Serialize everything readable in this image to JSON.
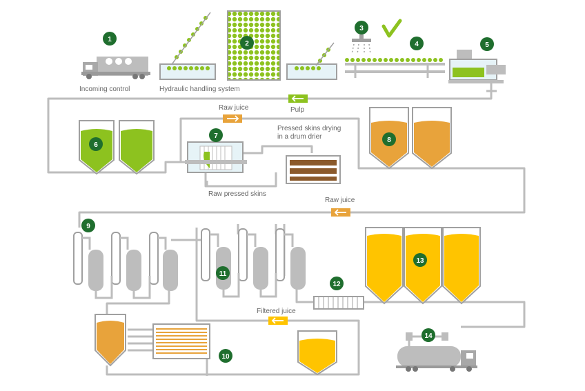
{
  "labels": {
    "incoming_control": "Incoming control",
    "hydraulic_handling": "Hydraulic handling system",
    "raw_juice_1": "Raw juice",
    "pulp": "Pulp",
    "pressed_skins_drying": "Pressed skins drying\nin a drum drier",
    "raw_pressed_skins": "Raw pressed skins",
    "raw_juice_2": "Raw juice",
    "filtered_juice": "Filtered juice"
  },
  "steps": [
    "1",
    "2",
    "3",
    "4",
    "5",
    "6",
    "7",
    "8",
    "9",
    "10",
    "11",
    "12",
    "13",
    "14"
  ],
  "colors": {
    "badge": "#1f6e2e",
    "green": "#8dc21f",
    "orange": "#e8a33b",
    "yellow": "#ffc400",
    "pipe": "#bdbdbd",
    "outline": "#a0a0a0",
    "label": "#666666"
  }
}
